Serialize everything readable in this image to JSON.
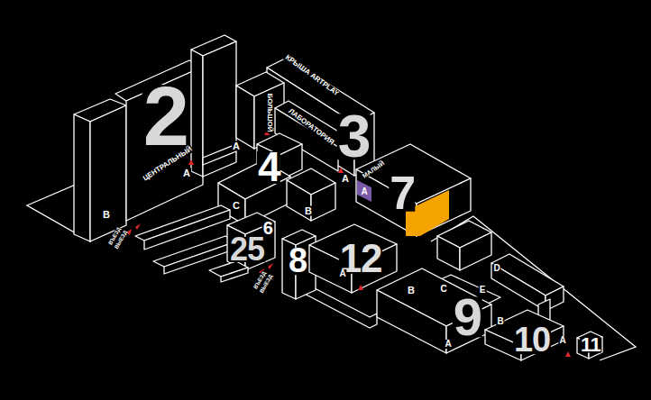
{
  "diagram": {
    "labels": [
      "2",
      "ЦЕНТРАЛЬНЫЙ",
      "B",
      "A",
      "БОЛЬШОЙ",
      "A",
      "КРЫША ARTPLAY",
      "ЛАБОРАТОРИЯ",
      "3",
      "A",
      "4",
      "C",
      "B",
      "МАЛЫЙ",
      "A",
      "7",
      "25",
      "6",
      "ВЪЕЗД",
      "ВЫЕЗД",
      "ВЪЕЗД",
      "ВЫЕЗД",
      "8",
      "12",
      "A",
      "B",
      "C",
      "D",
      "E",
      "9",
      "A",
      "10",
      "B",
      "A",
      "11"
    ]
  }
}
